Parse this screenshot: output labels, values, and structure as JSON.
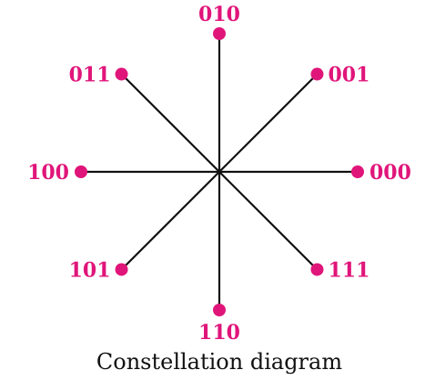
{
  "colors": {
    "point": "#e0157a",
    "label": "#e0157a",
    "line": "#111111",
    "caption": "#111111"
  },
  "caption": "Constellation diagram",
  "points": [
    {
      "label": "000",
      "angle_deg": 0
    },
    {
      "label": "001",
      "angle_deg": 45
    },
    {
      "label": "010",
      "angle_deg": 90
    },
    {
      "label": "011",
      "angle_deg": 135
    },
    {
      "label": "100",
      "angle_deg": 180
    },
    {
      "label": "101",
      "angle_deg": 225
    },
    {
      "label": "110",
      "angle_deg": 270
    },
    {
      "label": "111",
      "angle_deg": 315
    }
  ]
}
